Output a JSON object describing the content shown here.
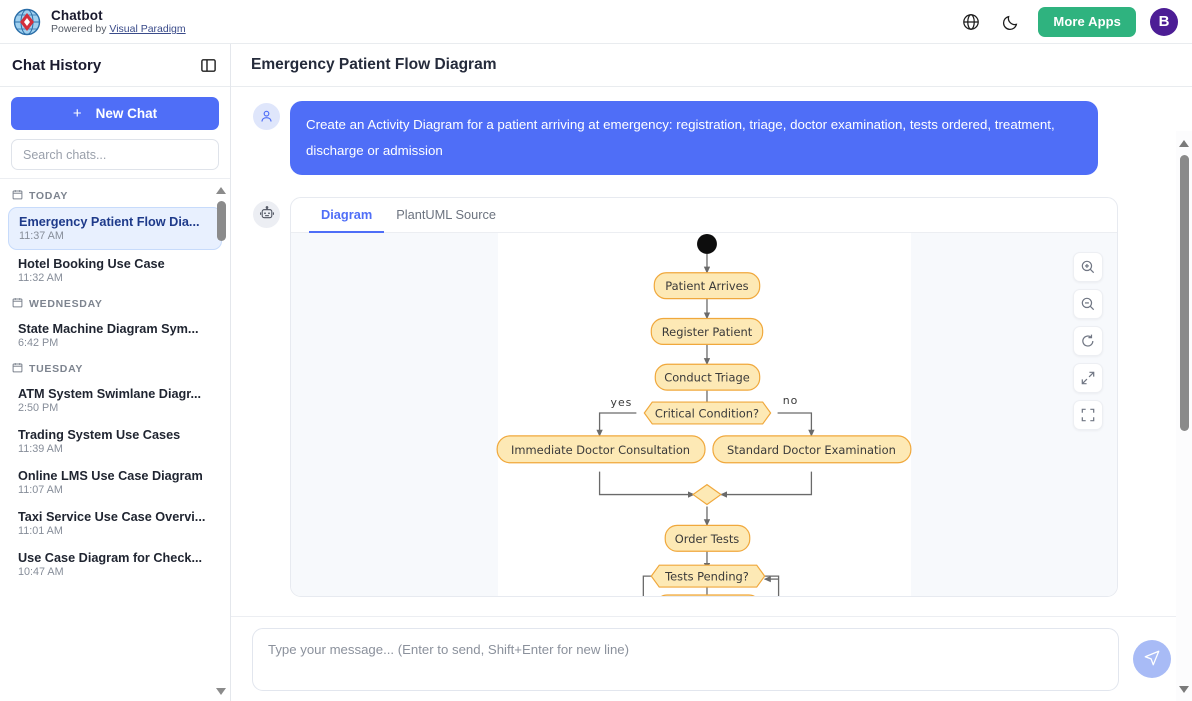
{
  "topbar": {
    "brand_title": "Chatbot",
    "brand_prefix": "Powered by ",
    "brand_link": "Visual Paradigm",
    "language_icon": "globe-icon",
    "theme_icon": "moon-icon",
    "more_apps_label": "More Apps",
    "avatar_initial": "B",
    "accent_green": "#2fb37f",
    "accent_purple": "#4c1d95"
  },
  "sidebar": {
    "title": "Chat History",
    "collapse_icon": "panel-collapse-icon",
    "new_chat_label": "New Chat",
    "new_chat_plus": "+",
    "search_placeholder": "Search chats...",
    "groups": [
      {
        "label": "TODAY",
        "items": [
          {
            "name": "Emergency Patient Flow Dia...",
            "time": "11:37 AM",
            "active": true
          },
          {
            "name": "Hotel Booking Use Case",
            "time": "11:32 AM",
            "active": false
          }
        ]
      },
      {
        "label": "WEDNESDAY",
        "items": [
          {
            "name": "State Machine Diagram Sym...",
            "time": "6:42 PM",
            "active": false
          }
        ]
      },
      {
        "label": "TUESDAY",
        "items": [
          {
            "name": "ATM System Swimlane Diagr...",
            "time": "2:50 PM",
            "active": false
          },
          {
            "name": "Trading System Use Cases",
            "time": "11:39 AM",
            "active": false
          },
          {
            "name": "Online LMS Use Case Diagram",
            "time": "11:07 AM",
            "active": false
          },
          {
            "name": "Taxi Service Use Case Overvi...",
            "time": "11:01 AM",
            "active": false
          },
          {
            "name": "Use Case Diagram for Check...",
            "time": "10:47 AM",
            "active": false
          }
        ]
      }
    ]
  },
  "main": {
    "title": "Emergency Patient Flow Diagram",
    "user_message": "Create an Activity Diagram for a patient arriving at emergency: registration, triage, doctor examination, tests ordered, treatment, discharge or admission",
    "user_avatar_icon": "user-icon",
    "bot_avatar_icon": "robot-icon",
    "tabs": [
      {
        "label": "Diagram",
        "active": true
      },
      {
        "label": "PlantUML Source",
        "active": false
      }
    ],
    "zoom_tools": [
      {
        "name": "zoom-in-icon",
        "title": "Zoom In"
      },
      {
        "name": "zoom-out-icon",
        "title": "Zoom Out"
      },
      {
        "name": "reset-zoom-icon",
        "title": "Reset"
      },
      {
        "name": "expand-icon",
        "title": "Expand"
      },
      {
        "name": "fit-screen-icon",
        "title": "Fit to Screen"
      }
    ]
  },
  "diagram": {
    "type": "activity-diagram",
    "node_fill": "#fde9b5",
    "node_stroke": "#f0a83c",
    "line_color": "#6a6a6a",
    "nodes": [
      {
        "id": "start",
        "kind": "initial",
        "label": ""
      },
      {
        "id": "n1",
        "kind": "action",
        "label": "Patient Arrives"
      },
      {
        "id": "n2",
        "kind": "action",
        "label": "Register Patient"
      },
      {
        "id": "n3",
        "kind": "action",
        "label": "Conduct Triage"
      },
      {
        "id": "d1",
        "kind": "decision",
        "label": "Critical Condition?"
      },
      {
        "id": "n4",
        "kind": "action",
        "label": "Immediate Doctor Consultation"
      },
      {
        "id": "n5",
        "kind": "action",
        "label": "Standard Doctor Examination"
      },
      {
        "id": "m1",
        "kind": "merge",
        "label": ""
      },
      {
        "id": "n6",
        "kind": "action",
        "label": "Order Tests"
      },
      {
        "id": "d2",
        "kind": "decision",
        "label": "Tests Pending?"
      }
    ],
    "guards": [
      {
        "from": "d1",
        "label": "yes"
      },
      {
        "from": "d1",
        "label": "no"
      }
    ]
  },
  "composer": {
    "placeholder": "Type your message... (Enter to send, Shift+Enter for new line)",
    "value": "",
    "send_icon": "send-paper-plane-icon"
  }
}
